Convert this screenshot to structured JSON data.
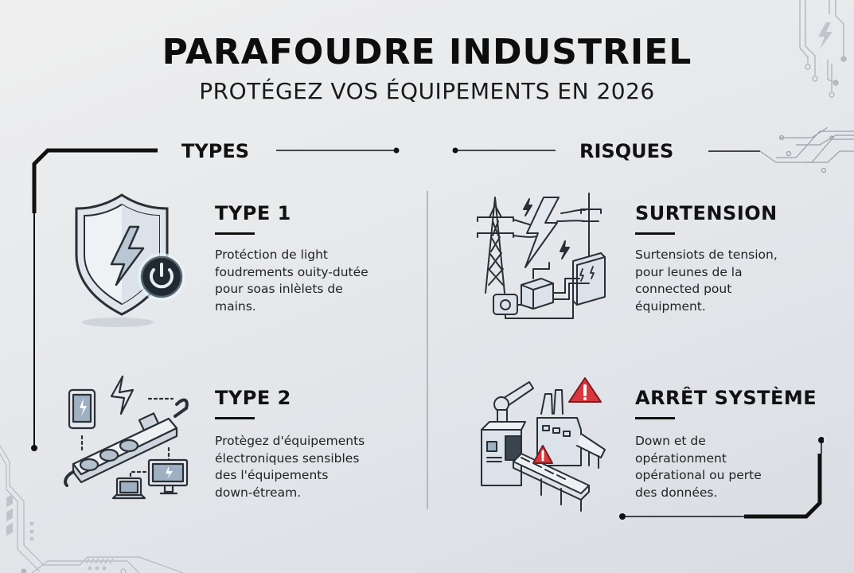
{
  "header": {
    "title": "PARAFOUDRE INDUSTRIEL",
    "subtitle": "PROTÉGEZ VOS ÉQUIPEMENTS EN 2026"
  },
  "sections": {
    "types": {
      "heading": "TYPES",
      "cards": [
        {
          "title": "TYPE 1",
          "icon": "shield-lightning-power-icon",
          "lines": [
            "Protéction de light",
            "foudrements ouity-dutée",
            "pour soas inlèlets de",
            "mains."
          ]
        },
        {
          "title": "TYPE 2",
          "icon": "power-strip-devices-icon",
          "lines": [
            "Protègez d'équipements",
            "électroniques sensibles",
            "des l'équipements",
            "down-étream."
          ]
        }
      ]
    },
    "risques": {
      "heading": "RISQUES",
      "cards": [
        {
          "title": "SURTENSION",
          "icon": "power-grid-surge-icon",
          "lines": [
            "Surtensiots de tension,",
            "pour leunes de la",
            "connected pout",
            "équipment."
          ]
        },
        {
          "title": "ARRÊT SYSTÈME",
          "icon": "factory-shutdown-warning-icon",
          "lines": [
            "Down et de",
            "opérationment",
            "opérational ou perte",
            "des données."
          ]
        }
      ]
    }
  },
  "colors": {
    "background": "#e6e8eb",
    "text": "#111111",
    "icon_stroke": "#2a2f36",
    "icon_fill": "#b9c6d3",
    "warning": "#d9363e",
    "power_button": "#1f2a33"
  }
}
